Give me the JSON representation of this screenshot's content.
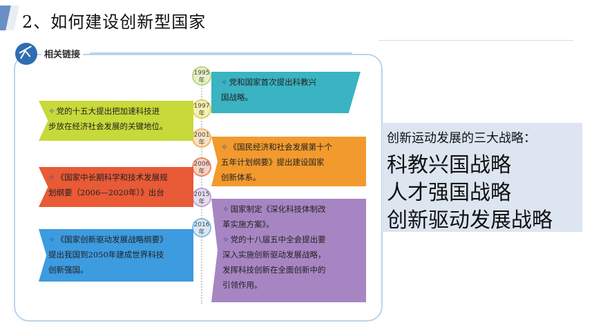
{
  "title": "2、如何建设创新型国家",
  "panel": {
    "header": "相关链接"
  },
  "years": [
    "1995",
    "1997",
    "2001",
    "2006",
    "2015",
    "2016"
  ],
  "year_suffix": "年",
  "cards": {
    "c1995": [
      "党和国家首次提出科教兴",
      "国战略。"
    ],
    "c1997": [
      "党的十五大提出把加速科技进",
      "步放在经济社会发展的关键地位。"
    ],
    "c2001": [
      "《国民经济和社会发展第十个",
      "五年计划纲要》提出建设国家",
      "创新体系。"
    ],
    "c2006": [
      "《国家中长期科学和技术发展规",
      "划纲要（2006—2020年）》出台"
    ],
    "c2015": [
      "国家制定《深化科技体制改",
      "革实施方案》。",
      "党的十八届五中全会提出要",
      "深入实施创新驱动发展战略，",
      "发挥科技创新在全面创新中的",
      "引领作用。"
    ],
    "c2016": [
      "《国家创新驱动发展战略纲要》",
      "提出我国到2050年建成世界科技",
      "创新强国。"
    ]
  },
  "bullet": "✧",
  "side": {
    "subtitle": "创新运动发展的三大战略：",
    "items": [
      "科教兴国战略",
      "人才强国战略",
      "创新驱动发展战略"
    ]
  },
  "colors": {
    "accent": "#6a8fc4",
    "teal": "#3ab3c2",
    "yellow_green": "#c8d93a",
    "orange": "#f29a2e",
    "red_orange": "#e95a36",
    "purple": "#a785c2",
    "blue": "#3d9be0",
    "side_bg": "#dce5f0"
  }
}
